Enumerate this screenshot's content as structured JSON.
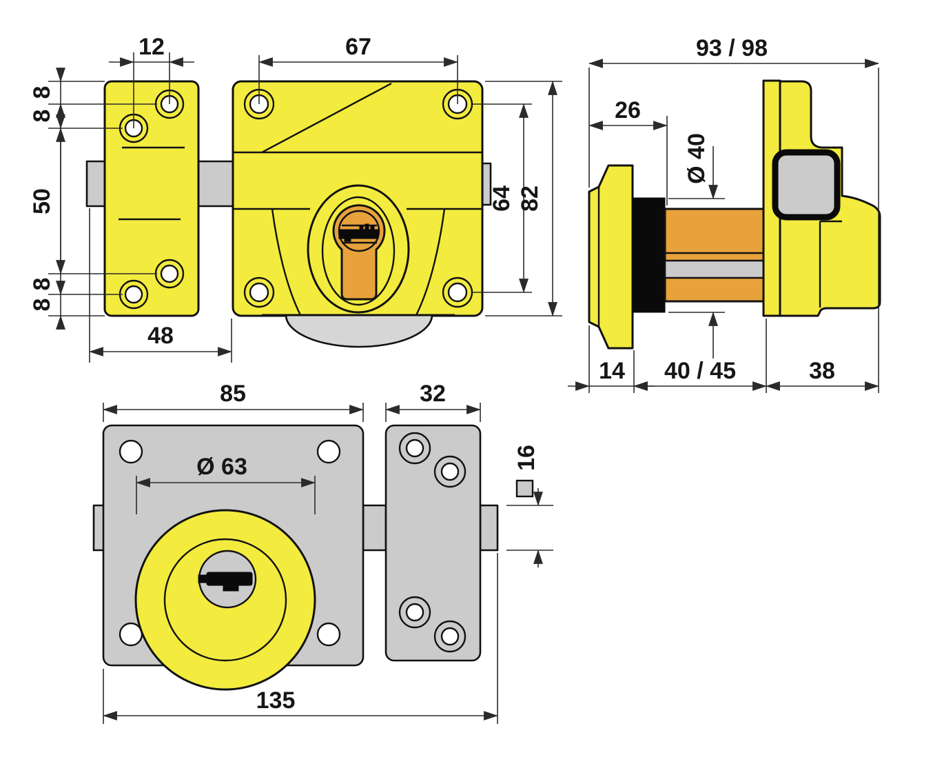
{
  "page": {
    "title": "Rim lock dimensional drawing"
  },
  "colors": {
    "yellow": "#F3EB3E",
    "orange": "#E8A23B",
    "gray": "#CBCBCB",
    "gray_light": "#D6D6D6",
    "outline": "#111111",
    "dim_line": "#2B2B2B",
    "black_part": "#0A0A0A",
    "background": "#FFFFFF"
  },
  "views": {
    "front": {
      "dims": {
        "keeper_hole_spacing": "12",
        "body_hole_spacing": "67",
        "keeper_top_offset_1": "8",
        "keeper_top_offset_2": "8",
        "keeper_hole_span": "50",
        "keeper_bottom_offset_1": "8",
        "keeper_bottom_offset_2": "8",
        "bolt_to_body": "48",
        "body_hole_span": "64",
        "body_height": "82"
      }
    },
    "side": {
      "dims": {
        "overall_depth": "93 / 98",
        "cylinder_projection": "26",
        "cylinder_diameter": "Ø 40",
        "rosette_depth": "14",
        "door_thickness": "40 / 45",
        "body_depth": "38"
      }
    },
    "back": {
      "dims": {
        "plate_width": "85",
        "keeper_width": "32",
        "knob_diameter": "Ø 63",
        "bolt_square": "16",
        "overall_width": "135"
      }
    }
  }
}
